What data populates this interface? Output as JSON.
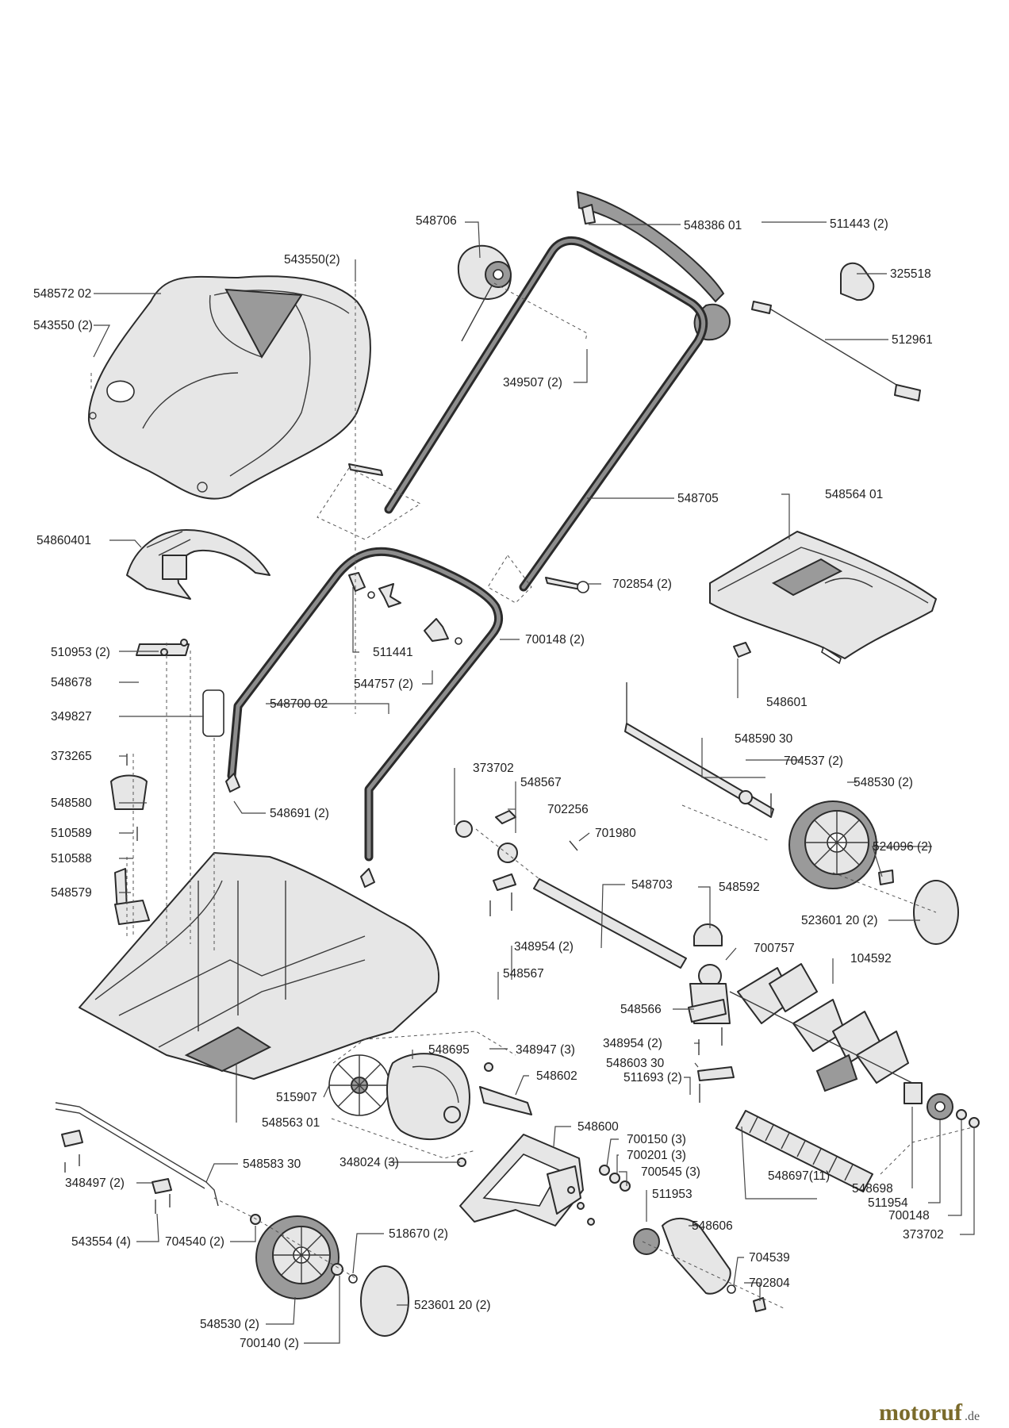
{
  "watermark": {
    "brand": "motoruf",
    "tld": ".de"
  },
  "labels": [
    "548706",
    "548386 01",
    "511443 (2)",
    "325518",
    "512961",
    "543550(2)",
    "548572 02",
    "543550 (2)",
    "349507 (2)",
    "548705",
    "548564 01",
    "54860401",
    "702854 (2)",
    "700148 (2)",
    "511441",
    "544757 (2)",
    "510953 (2)",
    "548678",
    "349827",
    "548700 02",
    "548601",
    "548590 30",
    "704537 (2)",
    "548530 (2)",
    "373265",
    "373702",
    "548567",
    "548580",
    "548691 (2)",
    "702256",
    "701980",
    "524096 (2)",
    "510589",
    "510588",
    "548579",
    "548703",
    "548592",
    "523601 20 (2)",
    "348954 (2)",
    "700757",
    "104592",
    "548567",
    "548566",
    "348954 (2)",
    "548695",
    "348947 (3)",
    "548603 30",
    "515907",
    "548602",
    "511693 (2)",
    "548563 01",
    "548600",
    "700150 (3)",
    "700201 (3)",
    "348024 (3)",
    "548583 30",
    "700545 (3)",
    "348497 (2)",
    "548698",
    "511953",
    "548697(11)",
    "511954",
    "700148",
    "373702",
    "518670 (2)",
    "548606",
    "543554 (4)",
    "704540 (2)",
    "704539",
    "702804",
    "523601 20 (2)",
    "548530 (2)",
    "700140 (2)"
  ]
}
